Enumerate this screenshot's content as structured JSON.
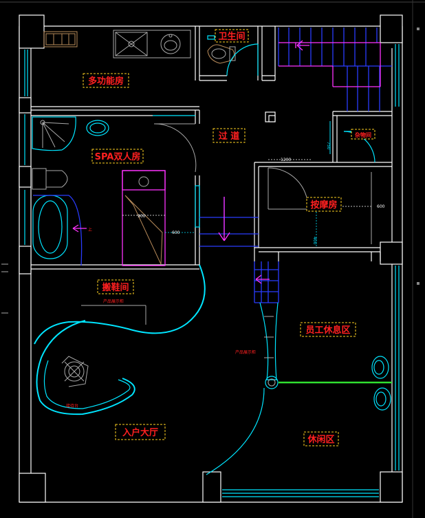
{
  "rooms": {
    "multi_function": "多功能房",
    "bathroom": "卫生间",
    "corridor": "过 道",
    "spa_room": "SPA双人房",
    "utility": "杂物间",
    "break_room": "员工休息区",
    "massage_room": "按摩房",
    "dressing_room": "搬鞋间",
    "entrance_hall": "入户大厅",
    "waiting_area": "休闲区",
    "small_room": "杂物间"
  },
  "notes": {
    "product_display_1": "产品展示柜",
    "product_display_2": "产品展示柜",
    "reception_desk": "接待台",
    "up_arrow": "上"
  },
  "dimensions": {
    "d1200": "1200",
    "d600": "600",
    "d900": "900",
    "d600b": "600",
    "d750": "750",
    "d400": "400"
  },
  "colors": {
    "background": "#000000",
    "wall": "#ffffff",
    "fixture": "#00e5ff",
    "label": "#ff2020",
    "label_frame": "#ffd21f",
    "stair": "#ff33ff",
    "window": "#2a3cff",
    "counter": "#30e030"
  }
}
